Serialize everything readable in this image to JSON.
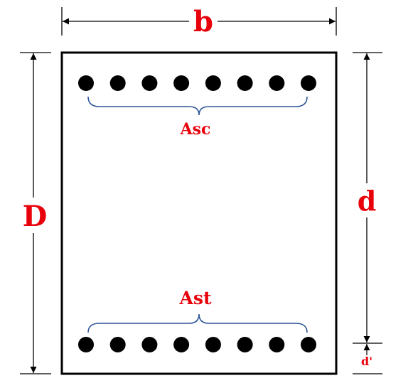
{
  "labels": {
    "width": "b",
    "total_depth": "D",
    "effective_depth": "d",
    "cover": "d'",
    "compression_steel": "Asc",
    "tension_steel": "Ast"
  },
  "bars": {
    "top_count": 8,
    "bottom_count": 8
  },
  "colors": {
    "label": "#e8000b",
    "brace": "#2f5597",
    "line": "#000000",
    "bar": "#000000"
  }
}
